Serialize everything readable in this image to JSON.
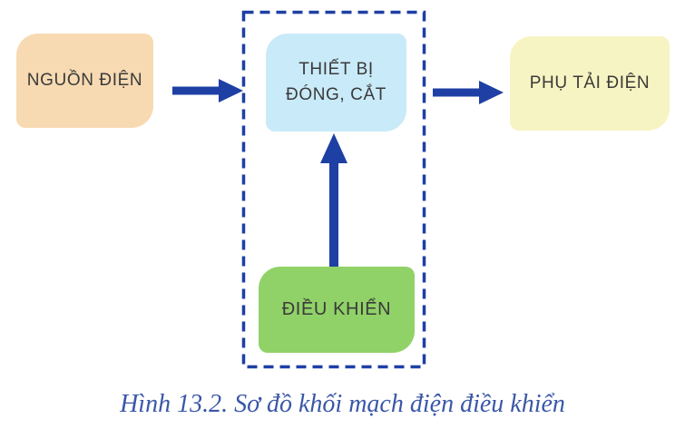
{
  "diagram": {
    "caption": "Hình 13.2. Sơ đồ khối mạch điện điều khiển",
    "nodes": {
      "power_source": {
        "label": "NGUỒN ĐIỆN",
        "fill": "#f7dab2"
      },
      "switching_device": {
        "label_line1": "THIẾT BỊ",
        "label_line2": "ĐÓNG, CẮT",
        "fill": "#c9eaf8"
      },
      "electrical_load": {
        "label": "PHỤ TẢI ĐIỆN",
        "fill": "#f7f4c3"
      },
      "controller": {
        "label": "ĐIỀU KHIỂN",
        "fill": "#90d268"
      }
    },
    "edges": [
      {
        "from": "power_source",
        "to": "switching_device",
        "direction": "right"
      },
      {
        "from": "switching_device",
        "to": "electrical_load",
        "direction": "right"
      },
      {
        "from": "controller",
        "to": "switching_device",
        "direction": "up"
      }
    ],
    "colors": {
      "arrow": "#1e3fa4",
      "dashed_border": "#1e3fa4",
      "caption_text": "#3a57a8",
      "node_text": "#3a3a3a",
      "background": "#ffffff"
    }
  }
}
